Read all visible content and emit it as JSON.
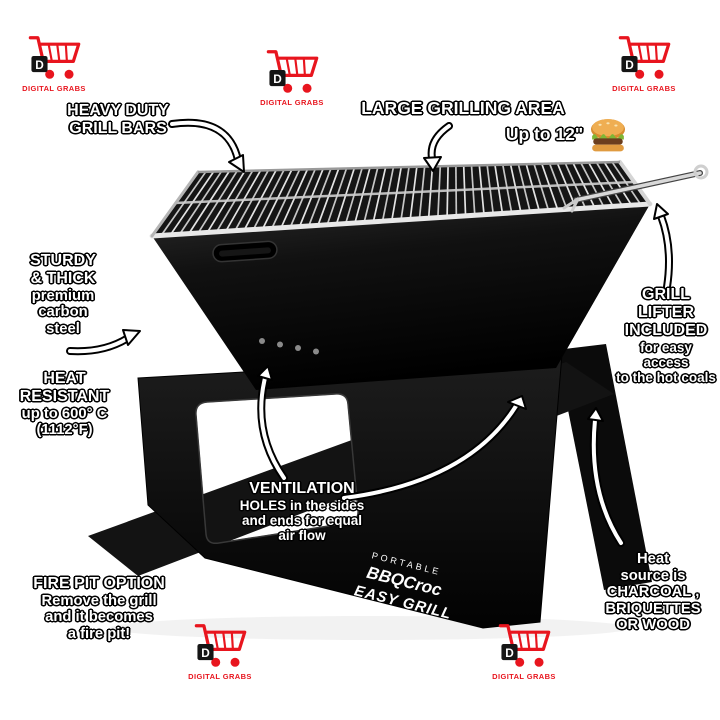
{
  "callouts": {
    "heavy_duty": {
      "lines": [
        "HEAVY DUTY",
        "GRILL BARS"
      ]
    },
    "large_area": {
      "title": "LARGE GRILLING AREA",
      "sub": "Up to 12\""
    },
    "sturdy": {
      "lines": [
        "STURDY",
        "& THICK",
        "premium",
        "carbon",
        "steel"
      ]
    },
    "heat_resistant": {
      "lines": [
        "HEAT",
        "RESISTANT",
        "up to 600° C",
        "(1112°F)"
      ]
    },
    "grill_lifter": {
      "lines": [
        "GRILL",
        "LIFTER",
        "INCLUDED",
        "for easy access",
        "to the hot coals"
      ]
    },
    "ventilation": {
      "lines": [
        "VENTILATION",
        "HOLES in the sides",
        "and ends for equal",
        "air flow"
      ]
    },
    "fire_pit": {
      "lines": [
        "FIRE PIT OPTION",
        "Remove the grill",
        "and it becomes",
        "a fire pit!"
      ]
    },
    "heat_source": {
      "lines": [
        "Heat",
        "source is",
        "CHARCOAL ,",
        "BRIQUETTES",
        "OR WOOD"
      ]
    }
  },
  "branding": {
    "portable": "PORTABLE",
    "brand": "BBQCroc",
    "easy": "EASY GRILL"
  },
  "watermark": {
    "letter": "D",
    "label": "DIGITAL GRABS",
    "color": "#e8151e"
  },
  "icons": {
    "burger": "hamburger-icon",
    "cart": "shopping-cart-icon"
  },
  "colors": {
    "grill_black": "#0d0d0d",
    "grate_chrome": "#d9d9d9",
    "watermark_red": "#e8151e"
  }
}
